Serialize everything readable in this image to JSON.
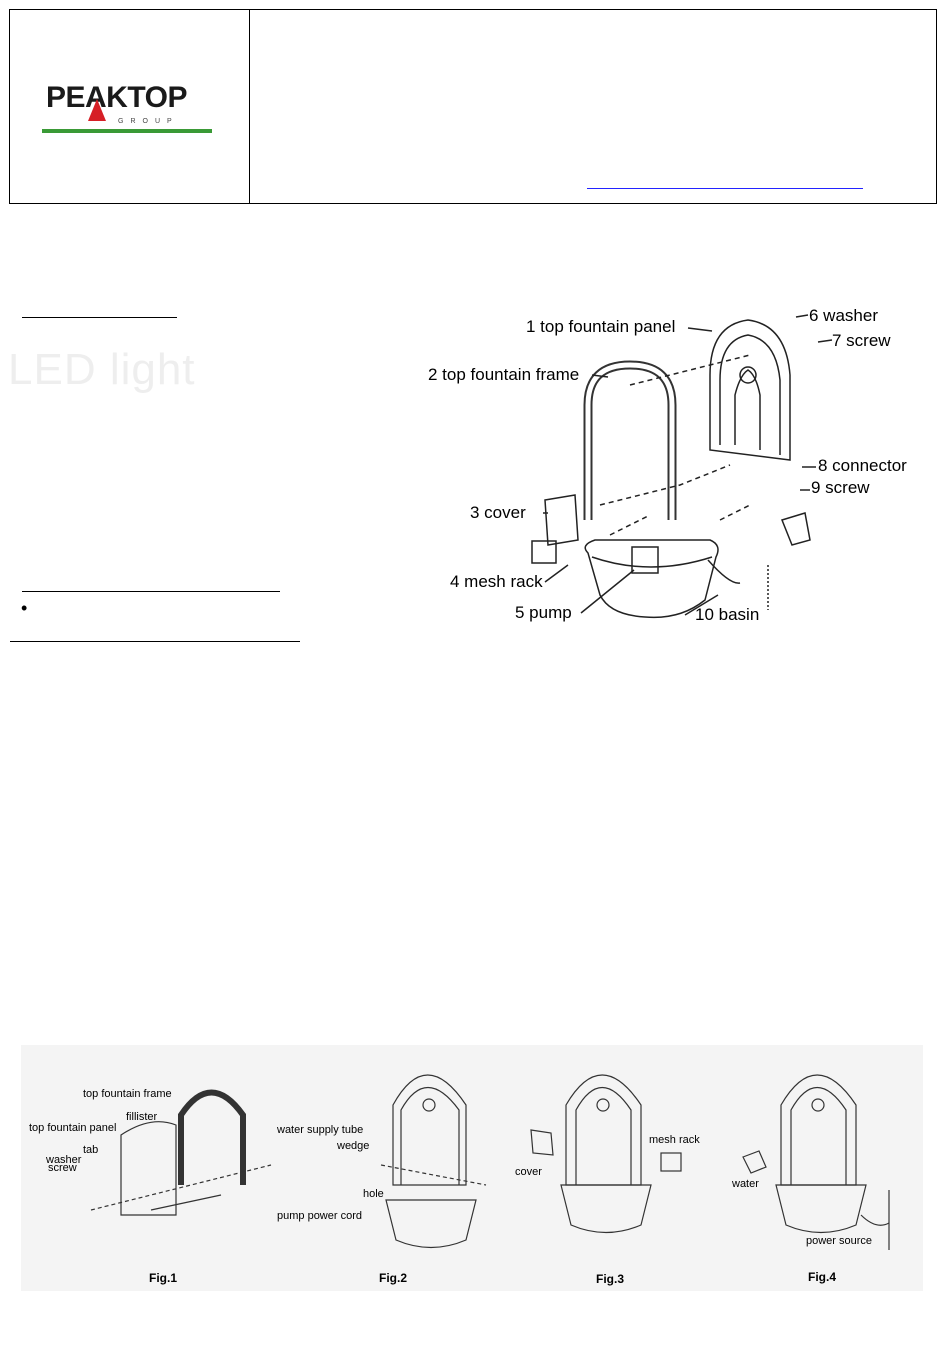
{
  "header": {
    "logo_text": "PEAKTOP",
    "logo_subtext": "GROUP"
  },
  "left": {
    "led_heading": "LED light",
    "bullet": "•"
  },
  "diagram": {
    "labels": [
      "1 top fountain panel",
      "2 top fountain frame",
      "3 cover",
      "4 mesh rack",
      "5 pump",
      "6 washer",
      "7 screw",
      "8 connector",
      "9 screw",
      "10 basin"
    ]
  },
  "figures": {
    "fig1": {
      "caption": "Fig.1",
      "labels": [
        "top fountain frame",
        "fillister",
        "top fountain panel",
        "tab",
        "washer",
        "screw"
      ]
    },
    "fig2": {
      "caption": "Fig.2",
      "labels": [
        "water supply tube",
        "wedge",
        "hole",
        "pump power cord"
      ]
    },
    "fig3": {
      "caption": "Fig.3",
      "labels": [
        "cover",
        "mesh rack"
      ]
    },
    "fig4": {
      "caption": "Fig.4",
      "labels": [
        "water",
        "power source"
      ]
    }
  }
}
